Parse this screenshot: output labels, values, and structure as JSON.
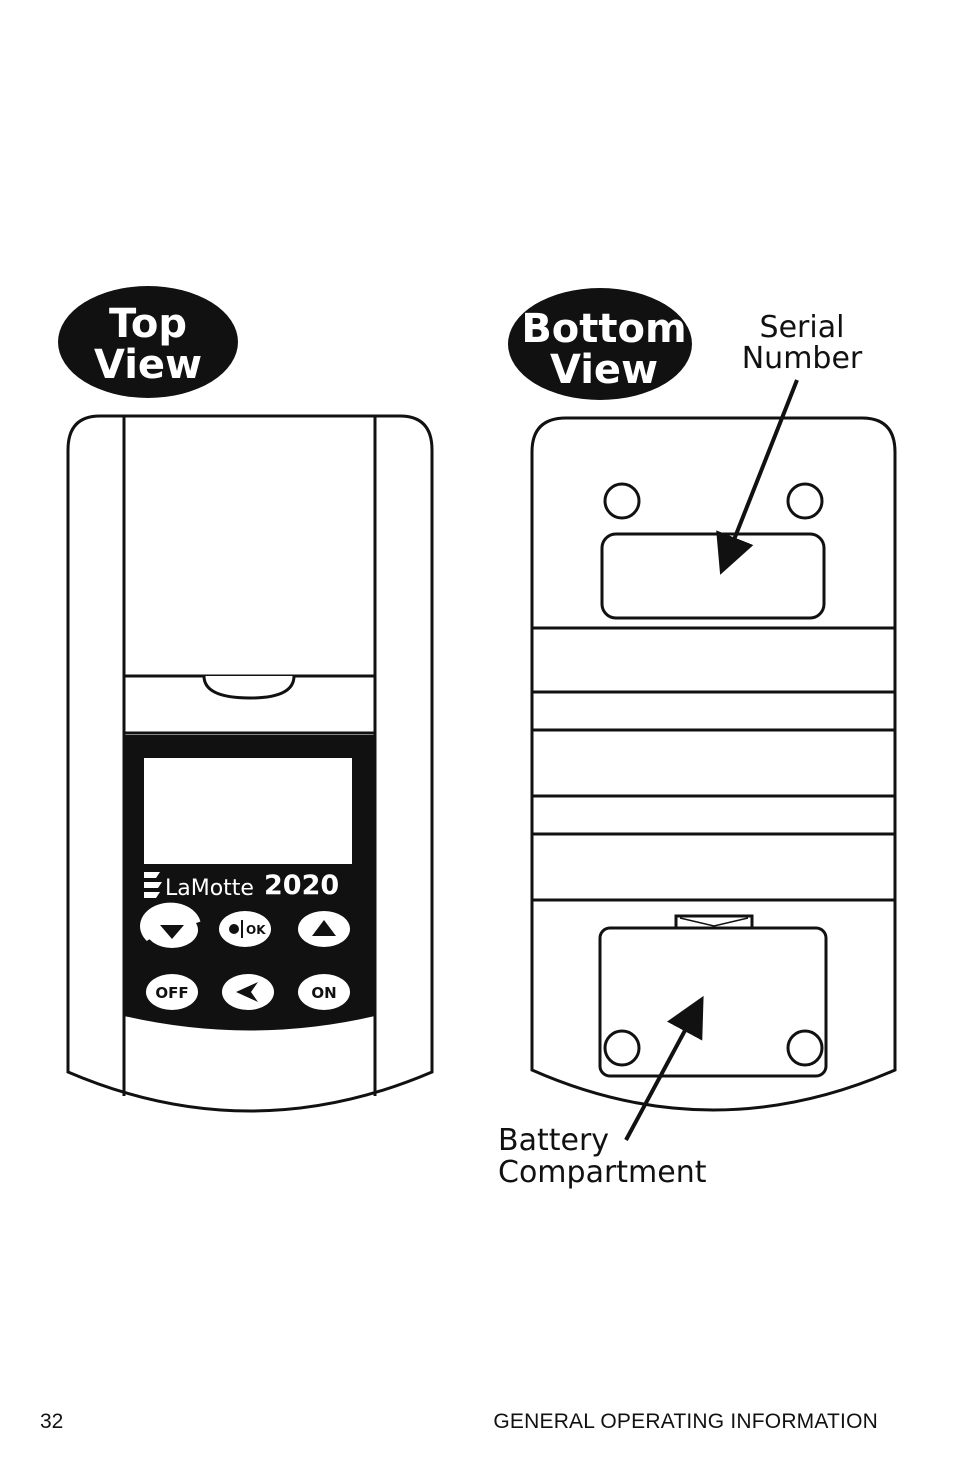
{
  "top_view": {
    "title_line1": "Top",
    "title_line2": "View",
    "brand": "LaMotte",
    "model": "2020",
    "buttons": {
      "ok": "OK",
      "off": "OFF",
      "on": "ON"
    },
    "icons": [
      "down-arrow-icon",
      "record-icon",
      "up-arrow-icon",
      "back-arrow-icon"
    ]
  },
  "bottom_view": {
    "title_line1": "Bottom",
    "title_line2": "View",
    "serial_label_line1": "Serial",
    "serial_label_line2": "Number",
    "battery_label_line1": "Battery",
    "battery_label_line2": "Compartment"
  },
  "footer": {
    "page_number": "32",
    "section": "GENERAL OPERATING  INFORMATION"
  }
}
